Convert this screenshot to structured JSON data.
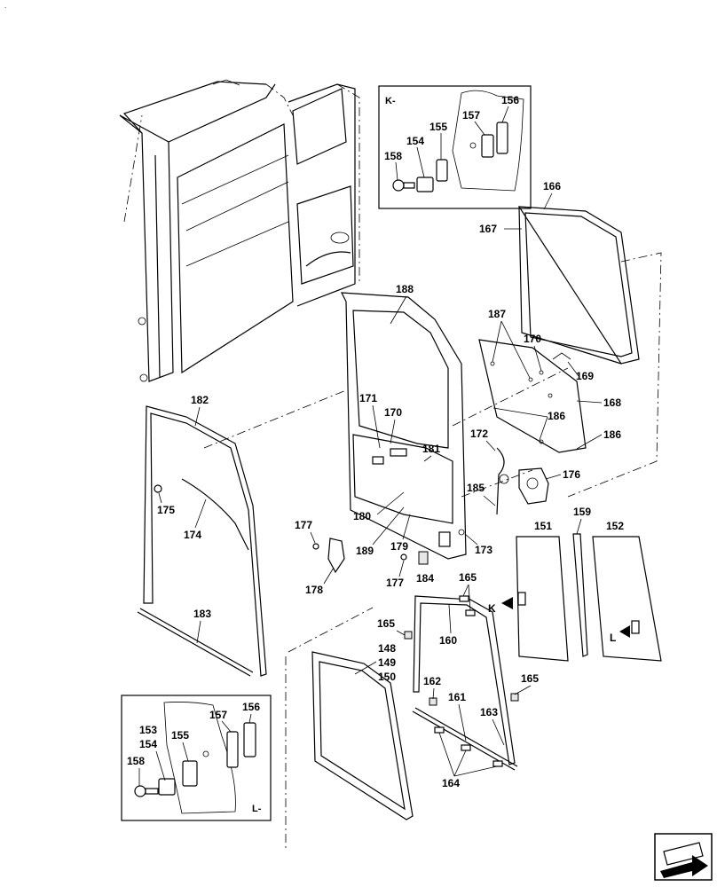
{
  "labels": {
    "p148": "148",
    "p149": "149",
    "p150": "150",
    "p151": "151",
    "p152": "152",
    "p153": "153",
    "p154": "154",
    "p155": "155",
    "p156": "156",
    "p157": "157",
    "p158": "158",
    "p159": "159",
    "p160": "160",
    "p161": "161",
    "p162": "162",
    "p163": "163",
    "p164": "164",
    "p165": "165",
    "p166": "166",
    "p167": "167",
    "p168": "168",
    "p169": "169",
    "p170": "170",
    "p171": "171",
    "p172": "172",
    "p173": "173",
    "p174": "174",
    "p175": "175",
    "p176": "176",
    "p177": "177",
    "p178": "178",
    "p179": "179",
    "p180": "180",
    "p181": "181",
    "p182": "182",
    "p183": "183",
    "p184": "184",
    "p185": "185",
    "p186": "186",
    "p187": "187",
    "p188": "188",
    "p189": "189",
    "view_k": "K-",
    "view_l": "L-",
    "callout_k": "K",
    "callout_l": "L"
  },
  "icons": {
    "navigation": "next-page-arrow-icon"
  }
}
